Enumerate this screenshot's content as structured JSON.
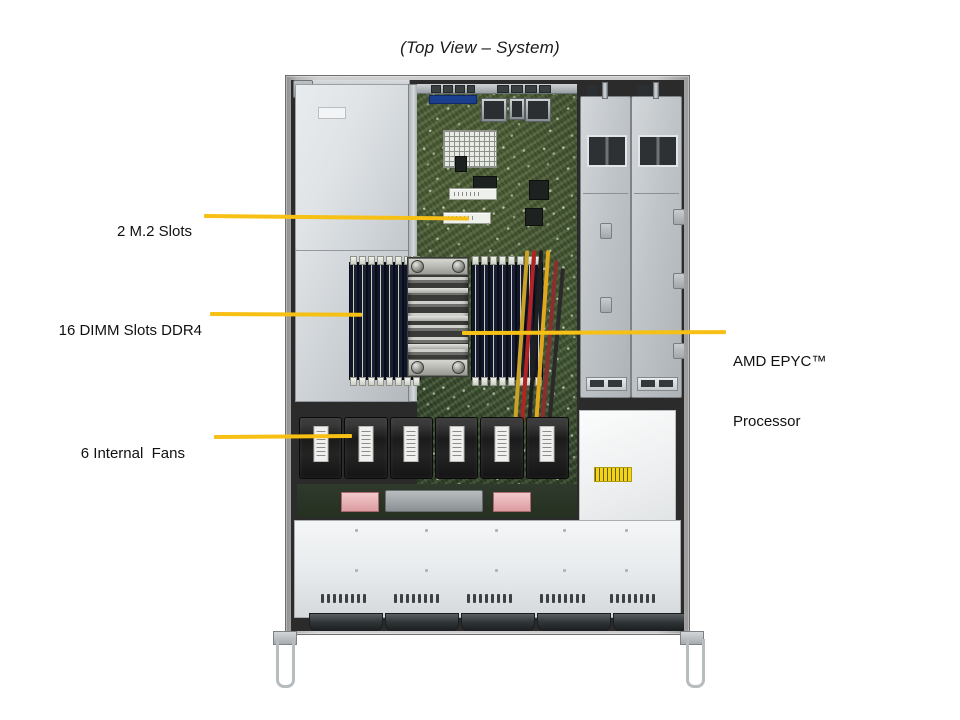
{
  "diagram": {
    "title": "(Top View – System)",
    "accent_color": "#F7C014",
    "background_color": "#FFFFFF",
    "callouts": [
      {
        "id": "m2",
        "label": "2 M.2 Slots",
        "side": "left",
        "target": "motherboard-m2-slots"
      },
      {
        "id": "dimm",
        "label": "16 DIMM Slots DDR4",
        "side": "left",
        "target": "dimm-bank-left"
      },
      {
        "id": "fans",
        "label": "6 Internal  Fans",
        "side": "left",
        "target": "fan-wall"
      },
      {
        "id": "cpu",
        "label_line1": "AMD EPYC™",
        "label_line2": "Processor",
        "side": "right",
        "target": "cpu-heatsink"
      }
    ]
  },
  "system": {
    "component_counts": {
      "m2_slots": 2,
      "dimm_slots": 16,
      "dimm_per_bank": 8,
      "internal_fans": 6,
      "power_supplies": 2,
      "cpu_heatsinks": 1,
      "drive_bay_groups": 5,
      "vent_holes_per_group": 8
    },
    "memory_type": "DDR4",
    "processor": "AMD EPYC™"
  }
}
